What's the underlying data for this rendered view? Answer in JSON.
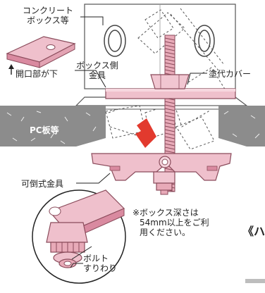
{
  "labels": {
    "concrete_box": [
      "コンクリート",
      "ボックス等"
    ],
    "opening": "開口部が下",
    "box_side_bracket": [
      "ボックス側",
      "金具"
    ],
    "paint_cover": "塗代カバー",
    "pc_board": "PC板等",
    "tiltable_bracket": "可倒式金具",
    "bolt": [
      "ボルト",
      "すりわり"
    ],
    "note": [
      "※ボックス深さは",
      "54mm以上をご利",
      "用ください。"
    ],
    "cut_off": "《ハ"
  },
  "colors": {
    "pink": "#efc0cc",
    "pink_dark": "#d98aa0",
    "red_arrow": "#e23a2e",
    "board": "#8c8c8c",
    "line": "#333333"
  },
  "icons": [
    "down-arrow-icon",
    "up-arrow-icon",
    "magnifier-circle"
  ]
}
